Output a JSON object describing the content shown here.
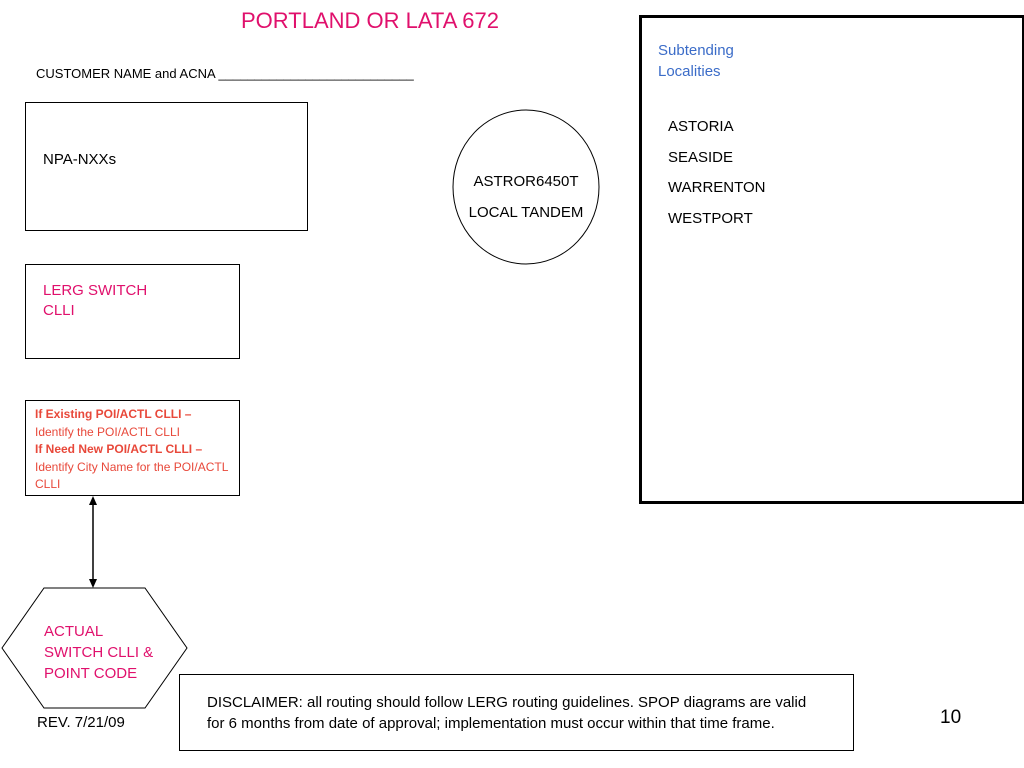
{
  "title": "PORTLAND OR LATA 672",
  "customer_line": "CUSTOMER NAME and ACNA ___________________________",
  "npa_box": {
    "label": "NPA-NXXs"
  },
  "lerg_box": {
    "line1": "LERG SWITCH",
    "line2": "CLLI"
  },
  "poi_box": {
    "existing_bold": "If Existing POI/ACTL CLLI –",
    "existing_text": "Identify the POI/ACTL CLLI",
    "new_bold": "If Need New POI/ACTL CLLI –",
    "new_text": "Identify City Name for the POI/ACTL CLLI"
  },
  "tandem": {
    "code": "ASTROR6450T",
    "label": "LOCAL TANDEM"
  },
  "subtending": {
    "title_line1": "Subtending",
    "title_line2": "Localities",
    "localities": [
      "ASTORIA",
      "SEASIDE",
      "WARRENTON",
      "WESTPORT"
    ]
  },
  "actual_switch": {
    "line1": "ACTUAL",
    "line2": "SWITCH CLLI &",
    "line3": "POINT CODE"
  },
  "revision": "REV. 7/21/09",
  "disclaimer": "DISCLAIMER: all routing should follow LERG routing guidelines. SPOP diagrams are valid for 6 months from date of approval; implementation must occur within that time frame.",
  "page_number": "10",
  "colors": {
    "magenta": "#e0106c",
    "blue": "#3b6cc8",
    "red": "#e8483a"
  }
}
